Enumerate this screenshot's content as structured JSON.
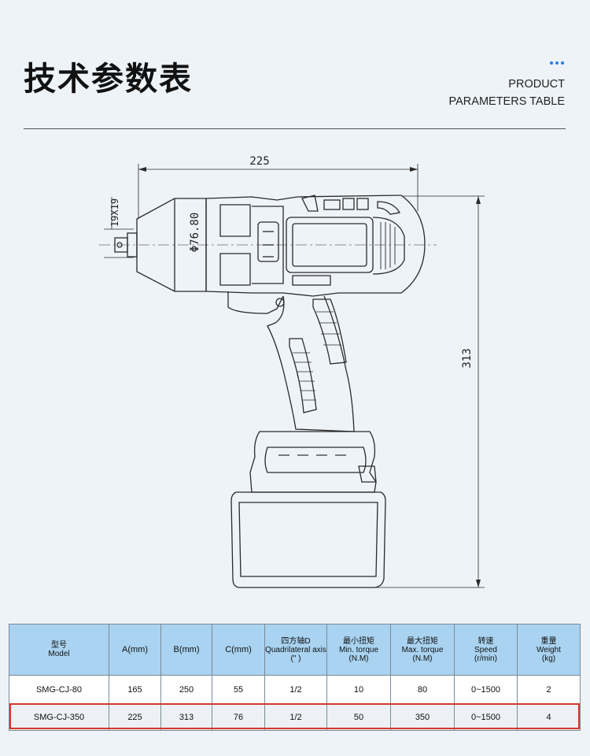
{
  "header": {
    "title_cn": "技术参数表",
    "title_en_line1": "PRODUCT",
    "title_en_line2": "PARAMETERS TABLE",
    "accent_color": "#2b7de1"
  },
  "drawing": {
    "dim_width": "225",
    "dim_height": "313",
    "dim_square": "19X19",
    "dim_diameter": "Φ76.80"
  },
  "table": {
    "headers": [
      [
        "型号",
        "Model"
      ],
      [
        "A(mm)"
      ],
      [
        "B(mm)"
      ],
      [
        "C(mm)"
      ],
      [
        "四方轴D",
        "Quadrilateral axis",
        "(\" )"
      ],
      [
        "最小扭矩",
        "Min. torque",
        "(N.M)"
      ],
      [
        "最大扭矩",
        "Max. torque",
        "(N.M)"
      ],
      [
        "转速",
        "Speed",
        "(r/min)"
      ],
      [
        "重量",
        "Weight",
        "(kg)"
      ]
    ],
    "rows": [
      [
        "SMG-CJ-80",
        "165",
        "250",
        "55",
        "1/2",
        "10",
        "80",
        "0~1500",
        "2"
      ],
      [
        "SMG-CJ-350",
        "225",
        "313",
        "76",
        "1/2",
        "50",
        "350",
        "0~1500",
        "4"
      ]
    ],
    "highlight_color": "#d33a2c",
    "header_bg": "#a9d3f1"
  }
}
